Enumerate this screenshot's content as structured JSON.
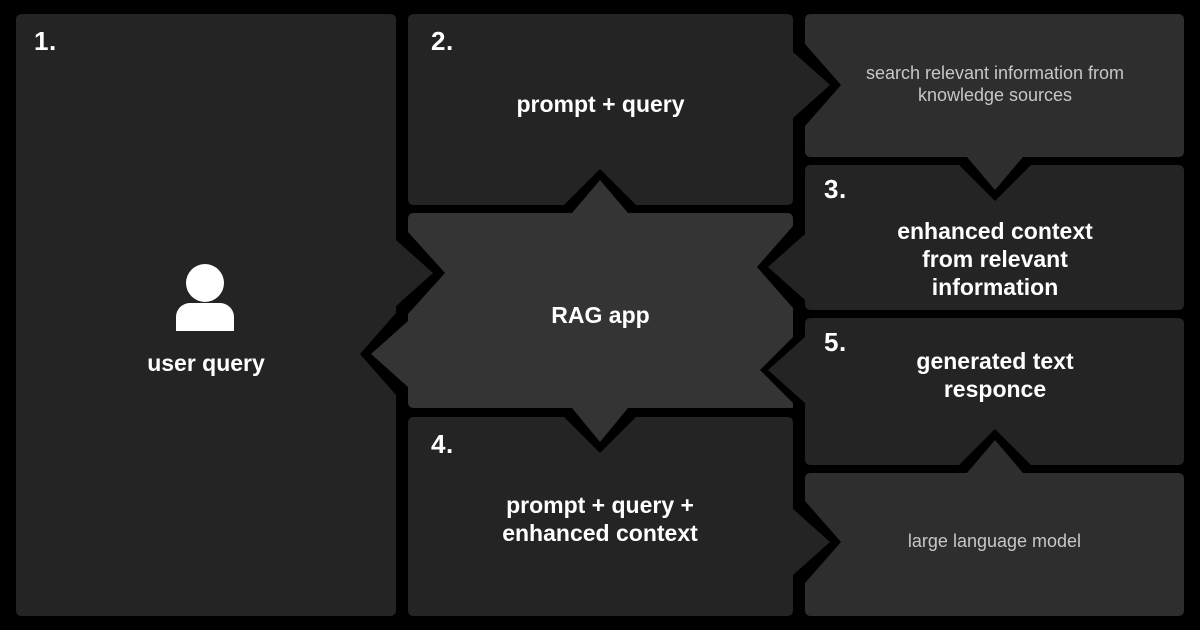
{
  "colors": {
    "background": "#000000",
    "panel_dark": "#242424",
    "panel_service": "#2e2e2e",
    "panel_rag": "#343434",
    "text_bold": "#ffffff",
    "text_muted": "#c7c7c7"
  },
  "panels": {
    "user_query": {
      "number": "1.",
      "label": "user query"
    },
    "prompt_query": {
      "number": "2.",
      "label": "prompt + query"
    },
    "rag_app": {
      "label": "RAG app"
    },
    "prompt_query_context": {
      "number": "4.",
      "label": "prompt + query + enhanced context"
    },
    "knowledge_search": {
      "label": "search relevant information from knowledge sources"
    },
    "enhanced_context": {
      "number": "3.",
      "label": "enhanced context from relevant information"
    },
    "generated_response": {
      "number": "5.",
      "label": "generated text responce"
    },
    "llm": {
      "label": "large language model"
    }
  },
  "icons": {
    "user": "person silhouette"
  },
  "connections": [
    {
      "from": "user_query",
      "to": "rag_app",
      "direction": "right"
    },
    {
      "from": "rag_app",
      "to": "user_query",
      "direction": "left"
    },
    {
      "from": "rag_app",
      "to": "prompt_query",
      "direction": "up"
    },
    {
      "from": "prompt_query",
      "to": "knowledge_search",
      "direction": "right"
    },
    {
      "from": "knowledge_search",
      "to": "enhanced_context",
      "direction": "down"
    },
    {
      "from": "enhanced_context",
      "to": "rag_app",
      "direction": "left"
    },
    {
      "from": "rag_app",
      "to": "prompt_query_context",
      "direction": "down"
    },
    {
      "from": "prompt_query_context",
      "to": "llm",
      "direction": "right"
    },
    {
      "from": "llm",
      "to": "generated_response",
      "direction": "up"
    },
    {
      "from": "generated_response",
      "to": "rag_app",
      "direction": "left"
    }
  ]
}
